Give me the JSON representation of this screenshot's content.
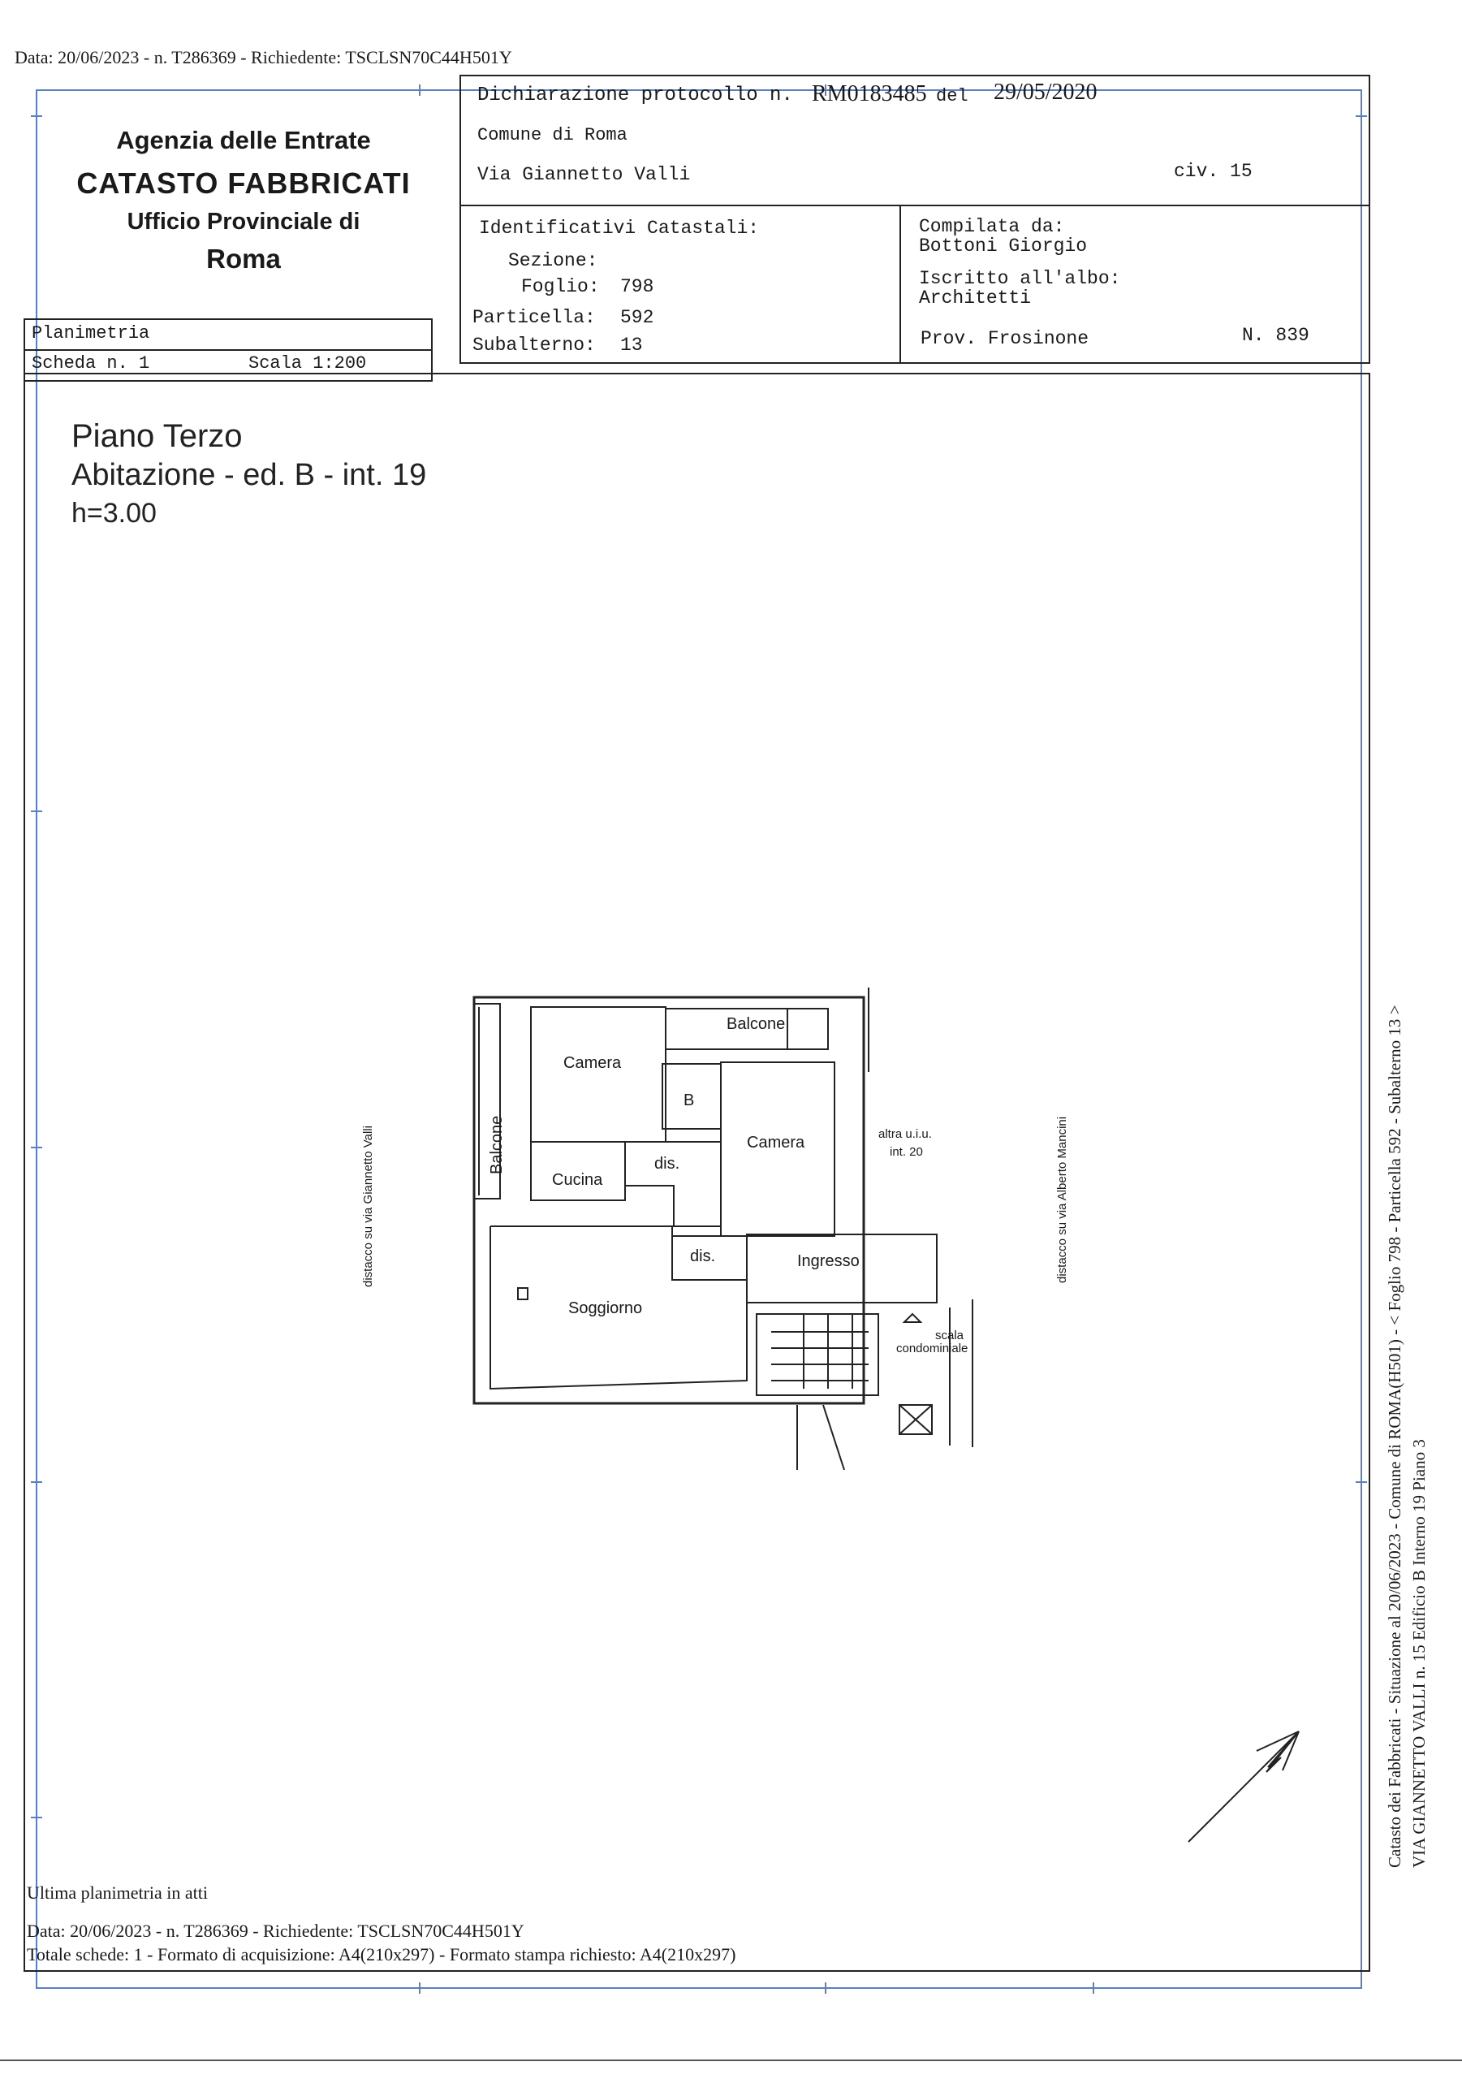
{
  "header_line": "Data: 20/06/2023 - n. T286369 - Richiedente: TSCLSN70C44H501Y",
  "agency": {
    "line1": "Agenzia delle Entrate",
    "line2": "CATASTO FABBRICATI",
    "line3": "Ufficio Provinciale di",
    "line4": "Roma"
  },
  "planimetria": {
    "title": "Planimetria",
    "scheda": "Scheda n. 1",
    "scala": "Scala 1:200"
  },
  "declaration": {
    "label": "Dichiarazione protocollo n.",
    "protocol": "RM0183485",
    "del": "del",
    "date": "29/05/2020",
    "comune": "Comune di Roma",
    "via": "Via Giannetto Valli",
    "civ": "civ. 15"
  },
  "identificativi": {
    "title": "Identificativi Catastali:",
    "sezione_label": "Sezione:",
    "foglio_label": "Foglio:",
    "foglio": "798",
    "particella_label": "Particella:",
    "particella": "592",
    "subalterno_label": "Subalterno:",
    "subalterno": "13"
  },
  "compilata": {
    "label": "Compilata da:",
    "name": "Bottoni Giorgio",
    "albo_label": "Iscritto all'albo:",
    "albo": "Architetti",
    "prov": "Prov. Frosinone",
    "num": "N. 839"
  },
  "piano": {
    "title": "Piano Terzo",
    "subtitle": "Abitazione - ed. B - int. 19",
    "height": "h=3.00"
  },
  "rooms": {
    "camera1": "Camera",
    "balcone_top": "Balcone",
    "b": "B",
    "camera2": "Camera",
    "balcone_side": "Balcone",
    "cucina": "Cucina",
    "dis1": "dis.",
    "dis2": "dis.",
    "ingresso": "Ingresso",
    "soggiorno": "Soggiorno",
    "altra_1": "altra u.i.u.",
    "altra_2": "int. 20",
    "scala_1": "scala",
    "scala_2": "condominiale"
  },
  "side_labels": {
    "left": "distacco su via Giannetto Valli",
    "right": "distacco su via Alberto Mancini"
  },
  "margin": {
    "line1": "Catasto dei Fabbricati - Situazione al 20/06/2023 - Comune di ROMA(H501) - < Foglio 798 - Particella 592 - Subalterno 13 >",
    "line2": "VIA GIANNETTO VALLI n. 15 Edificio B Interno 19 Piano 3"
  },
  "footer": {
    "ultima": "Ultima planimetria in atti",
    "line1": "Data: 20/06/2023 - n. T286369 - Richiedente: TSCLSN70C44H501Y",
    "line2": "Totale schede: 1 - Formato di acquisizione: A4(210x297)  - Formato stampa richiesto: A4(210x297)"
  }
}
